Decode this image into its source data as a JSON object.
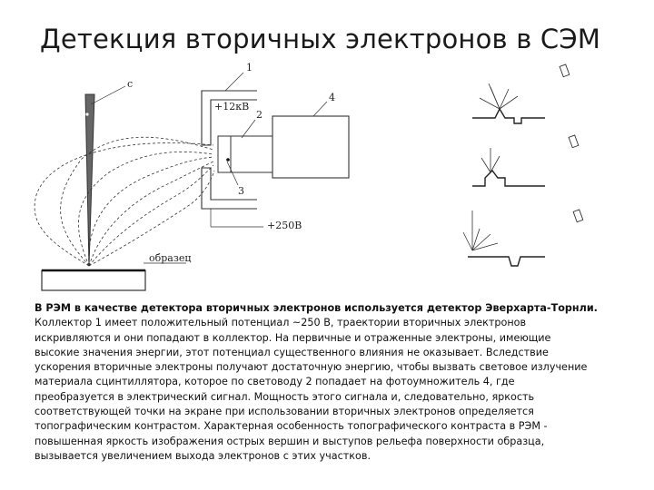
{
  "title": "Детекция вторичных электронов в СЭМ",
  "figure": {
    "labels": {
      "c": "с",
      "one": "1",
      "two": "2",
      "three": "3",
      "four": "4",
      "voltage_12": "+12кВ",
      "voltage_250": "+250В",
      "sample": "образец"
    }
  },
  "text": {
    "line1": "В РЭМ в качестве детектора вторичных электронов используется детектор Эверхарта-Торнли.",
    "line2": "Коллектор 1 имеет положительный потенциал ~250 В, траектории вторичных электронов",
    "line3": "искривляются и они попадают в коллектор. На первичные и отраженные электроны, имеющие",
    "line4": "высокие значения энергии, этот потенциал существенного влияния не оказывает. Вследствие",
    "line5": "ускорения вторичные электроны получают достаточную энергию, чтобы вызвать световое излучение",
    "line6": "материала сцинтиллятора, которое по световоду 2 попадает на фотоумножитель 4, где",
    "line7": "преобразуется в электрический сигнал. Мощность этого сигнала и, следовательно, яркость",
    "line8": "соответствующей точки на экране при использовании вторичных электронов определяется",
    "line9": "топографическим контрастом. Характерная особенность топографического контраста в РЭМ -",
    "line10": "повышенная яркость изображения острых вершин и выступов рельефа поверхности образца,",
    "line11": "вызывается увеличением выхода электронов с этих участков."
  }
}
